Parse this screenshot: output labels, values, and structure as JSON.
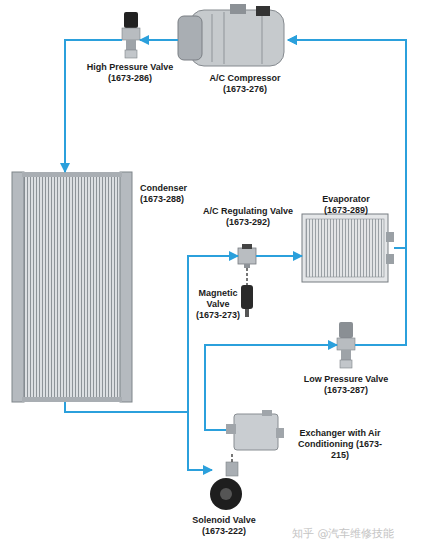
{
  "diagram": {
    "nodes": [
      {
        "text": [
          "High Pressure Valve (1673-286)"
        ]
      },
      {
        "text": [
          "A/C Compressor (1673-276)"
        ]
      },
      {
        "text": [
          "Condenser (1673-288)"
        ]
      },
      {
        "text": [
          "A/C Regulating Valve (1673-292)"
        ]
      },
      {
        "text": [
          "Evaporator (1673-289)"
        ]
      },
      {
        "text": [
          "Magnetic Valve (1673-273)"
        ]
      },
      {
        "text": [
          "Low Pressure Valve (1673-287)"
        ]
      },
      {
        "text": [
          "Exchanger with Air Conditioning (1673-215)"
        ]
      },
      {
        "text": [
          "Solenoid Valve (1673-222)"
        ]
      }
    ],
    "edges": [
      {
        "from": 1,
        "to": 0,
        "arrow": "to"
      },
      {
        "from": 0,
        "to": 2,
        "arrow": "to"
      },
      {
        "from": 2,
        "to": 3,
        "arrow": "to"
      },
      {
        "from": 2,
        "to": 8,
        "arrow": "to"
      },
      {
        "from": 3,
        "to": 4,
        "arrow": "to"
      },
      {
        "from": 3,
        "to": 5,
        "arrow": "none"
      },
      {
        "from": 8,
        "to": 7,
        "arrow": "none"
      },
      {
        "from": 7,
        "to": 6,
        "arrow": "to"
      },
      {
        "from": 4,
        "to": 1,
        "arrow": "to"
      },
      {
        "from": 6,
        "to": 1,
        "arrow": "to"
      }
    ],
    "labels": [
      "知乎 @汽车维修技能"
    ]
  }
}
